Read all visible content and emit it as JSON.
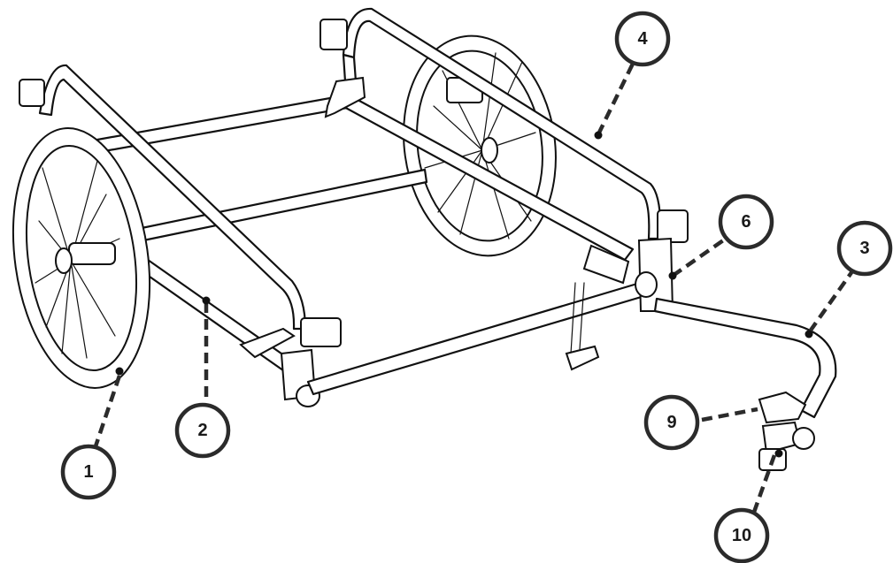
{
  "diagram": {
    "callouts": [
      {
        "id": "c1",
        "label": "1"
      },
      {
        "id": "c2",
        "label": "2"
      },
      {
        "id": "c3",
        "label": "3"
      },
      {
        "id": "c4",
        "label": "4"
      },
      {
        "id": "c6",
        "label": "6"
      },
      {
        "id": "c9",
        "label": "9"
      },
      {
        "id": "c10",
        "label": "10"
      }
    ]
  }
}
